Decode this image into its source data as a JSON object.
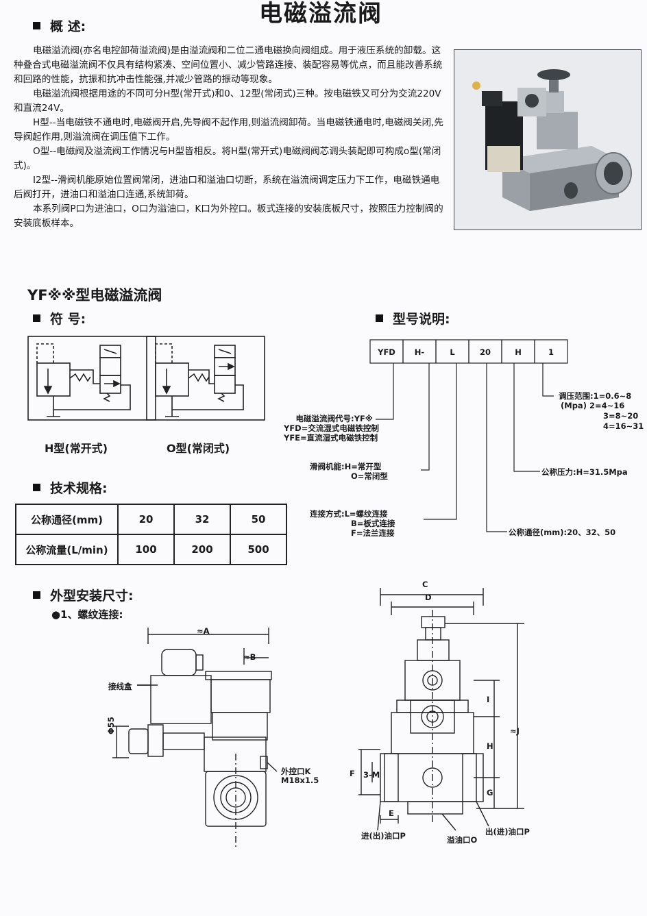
{
  "page_title": "电磁溢流阀",
  "overview": {
    "heading": "概 述:",
    "paragraphs": [
      "电磁溢流阀(亦名电控卸荷溢流阀)是由溢流阀和二位二通电磁换向阀组成。用于液压系统的卸载。这种叠合式电磁溢流阀不仅具有结构紧凑、空间位置小、减少管路连接、装配容易等优点，而且能改善系统和回路的性能，抗振和抗冲击性能强,并减少管路的振动等现象。",
      "电磁溢流阀根据用途的不同可分H型(常开式)和0、12型(常闭式)三种。按电磁铁又可分为交流220V和直流24V。",
      "H型--当电磁铁不通电时,电磁阀开启,先导阀不起作用,则溢流阀卸荷。当电磁铁通电时,电磁阀关闭,先导阀起作用,则溢流阀在调压值下工作。",
      "O型--电磁阀及溢流阀工作情况与H型皆相反。将H型(常开式)电磁阀阀芯调头装配即可构成o型(常闭式)。",
      "I2型--滑阀机能原始位置阀常闭，进油口和溢油口切断，系统在溢流阀调定压力下工作，电磁铁通电后阀打开，进油口和溢油口连通,系统卸荷。",
      "本系列阀P口为进油口，O口为溢油口，K口为外控口。板式连接的安装底板尺寸，按照压力控制阀的安装底板样本。"
    ]
  },
  "series_title": "YF※※型电磁溢流阀",
  "symbols": {
    "heading": "符 号:",
    "h_caption": "H型(常开式)",
    "o_caption": "O型(常闭式)"
  },
  "model": {
    "heading": "型号说明:",
    "boxes": [
      "YFD",
      "H-",
      "L",
      "20",
      "H",
      "1"
    ],
    "code_lines": [
      "电磁溢流阀代号:YF※",
      "YFD=交流湿式电磁铁控制",
      "YFE=直流湿式电磁铁控制"
    ],
    "function_lines": [
      "滑阀机能:H=常开型",
      "O=常闭型"
    ],
    "connection_lines": [
      "连接方式:L=螺纹连接",
      "B=板式连接",
      "F=法兰连接"
    ],
    "pressure_range_lines": [
      "调压范围:1=0.6~8",
      "(Mpa) 2=4~16",
      "3=8~20",
      "4=16~31"
    ],
    "nominal_pressure": "公称压力:H=31.5Mpa",
    "nominal_diameter": "公称通径(mm):20、32、50"
  },
  "specs": {
    "heading": "技术规格:",
    "rows": [
      {
        "label": "公称通径(mm)",
        "values": [
          "20",
          "32",
          "50"
        ]
      },
      {
        "label": "公称流量(L/min)",
        "values": [
          "100",
          "200",
          "500"
        ]
      }
    ]
  },
  "dimensions": {
    "heading": "外型安装尺寸:",
    "bullet": "●1、螺纹连接:",
    "side_labels": {
      "a": "≈A",
      "b": "≈B",
      "junction_box": "接线盒",
      "dia55": "Φ55",
      "k_port": "外控口K",
      "k_thread": "M18x1.5"
    },
    "front_labels": {
      "c": "C",
      "d": "D",
      "i": "I",
      "j": "≈J",
      "h": "H",
      "g": "G",
      "f": "F",
      "m": "3-M",
      "e": "E",
      "p_in": "进(出)油口P",
      "o_port": "溢油口O",
      "p_out": "出(进)油口P"
    }
  }
}
